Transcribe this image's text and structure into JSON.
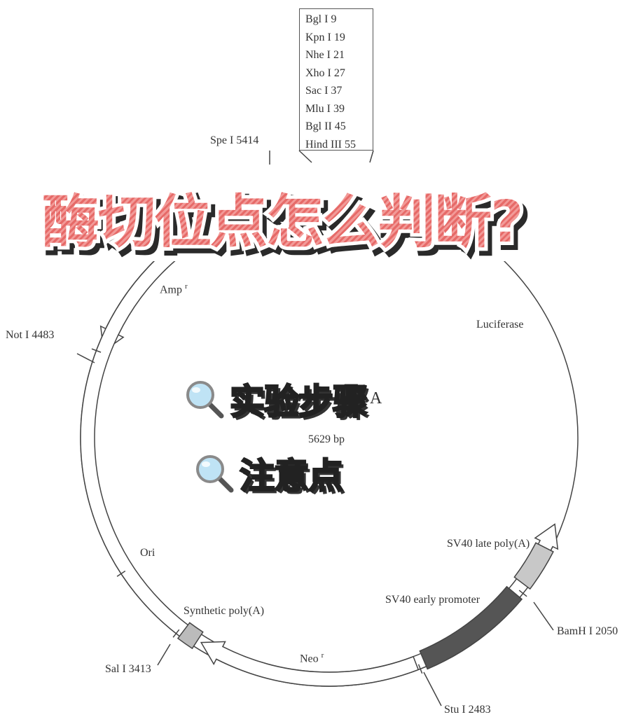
{
  "title": "酶切位点怎么判断?",
  "menu_items": [
    {
      "icon": "magnifier-icon",
      "label": "实验步骤"
    },
    {
      "icon": "magnifier-icon",
      "label": "注意点"
    }
  ],
  "plasmid": {
    "size": "5629 bp",
    "partial_name": "A",
    "mcs_sites": [
      "Bgl I 9",
      "Kpn I 19",
      "Nhe I 21",
      "Xho I 27",
      "Sac I 37",
      "Mlu I 39",
      "Bgl II 45",
      "Hind III 55"
    ],
    "sites": {
      "spe": "Spe I 5414",
      "not": "Not I 4483",
      "bamh": "BamH I 2050",
      "stu": "Stu I 2483",
      "sal": "Sal I 3413"
    },
    "features": {
      "amp": "Amp",
      "amp_sup": "r",
      "luciferase": "Luciferase",
      "sv40_late": "SV40 late poly(A)",
      "sv40_early": "SV40 early promoter",
      "neo": "Neo",
      "neo_sup": "r",
      "synthetic": "Synthetic poly(A)",
      "ori": "Ori"
    }
  },
  "colors": {
    "title": "#ea7a78",
    "menu_text": "#f3e58a",
    "late_box": "#c8c8c8",
    "early_box": "#555555"
  }
}
